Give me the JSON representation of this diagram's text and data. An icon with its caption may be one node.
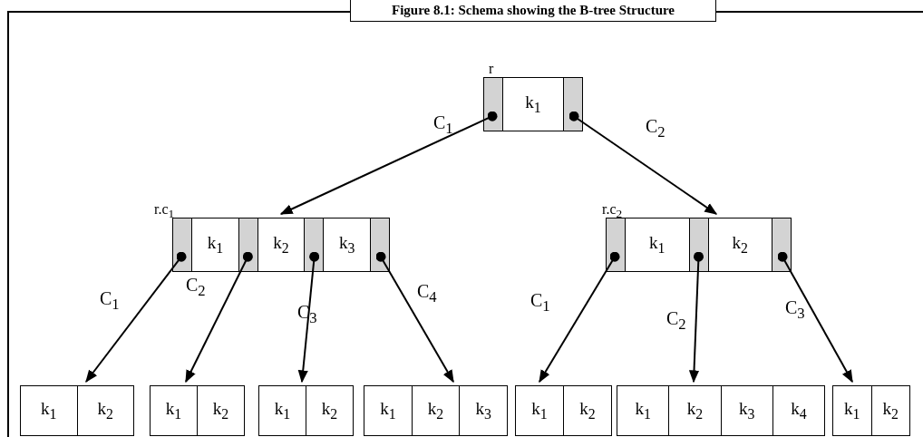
{
  "diagram": {
    "title": "Figure 8.1: Schema showing the B-tree Structure",
    "nodes": [
      {
        "text": [
          "k$_{1}$"
        ],
        "beside": [
          "r"
        ]
      },
      {
        "text": [
          "k$_{1}$",
          "k$_{2}$",
          "k$_{3}$"
        ],
        "beside": [
          "r.c$_{1}$"
        ]
      },
      {
        "text": [
          "k$_{1}$",
          "k$_{2}$"
        ],
        "beside": [
          "r.c$_{2}$"
        ]
      },
      {
        "text": [
          "k$_{1}$",
          "k$_{2}$"
        ]
      },
      {
        "text": [
          "k$_{1}$",
          "k$_{2}$"
        ]
      },
      {
        "text": [
          "k$_{1}$",
          "k$_{2}$"
        ]
      },
      {
        "text": [
          "k$_{1}$",
          "k$_{2}$",
          "k$_{3}$"
        ]
      },
      {
        "text": [
          "k$_{1}$",
          "k$_{2}$"
        ]
      },
      {
        "text": [
          "k$_{1}$",
          "k$_{2}$",
          "k$_{3}$",
          "k$_{4}$"
        ]
      },
      {
        "text": [
          "k$_{1}$",
          "k$_{2}$"
        ]
      }
    ],
    "edges": [
      {
        "from": 0,
        "to": 1,
        "arrow": "to",
        "label": "C$_{1}$"
      },
      {
        "from": 0,
        "to": 2,
        "arrow": "to",
        "label": "C$_{2}$"
      },
      {
        "from": 1,
        "to": 3,
        "arrow": "to",
        "label": "C$_{1}$"
      },
      {
        "from": 1,
        "to": 4,
        "arrow": "to",
        "label": "C$_{2}$"
      },
      {
        "from": 1,
        "to": 5,
        "arrow": "to",
        "label": "C$_{3}$"
      },
      {
        "from": 1,
        "to": 6,
        "arrow": "to",
        "label": "C$_{4}$"
      },
      {
        "from": 2,
        "to": 7,
        "arrow": "to",
        "label": "C$_{1}$"
      },
      {
        "from": 2,
        "to": 8,
        "arrow": "to",
        "label": "C$_{2}$"
      },
      {
        "from": 2,
        "to": 9,
        "arrow": "to",
        "label": "C$_{3}$"
      }
    ]
  }
}
